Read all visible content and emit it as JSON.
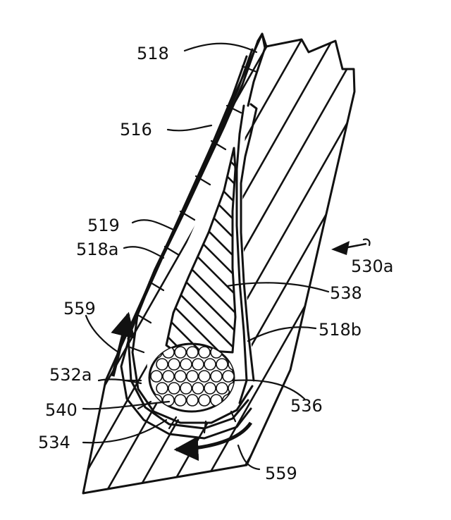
{
  "labels": {
    "l518": "518",
    "l516": "516",
    "l519": "519",
    "l518a": "518a",
    "l530a": "530a",
    "l559top": "559",
    "l538": "538",
    "l518b": "518b",
    "l532a": "532a",
    "l536": "536",
    "l540": "540",
    "l534": "534",
    "l559bottom": "559"
  }
}
